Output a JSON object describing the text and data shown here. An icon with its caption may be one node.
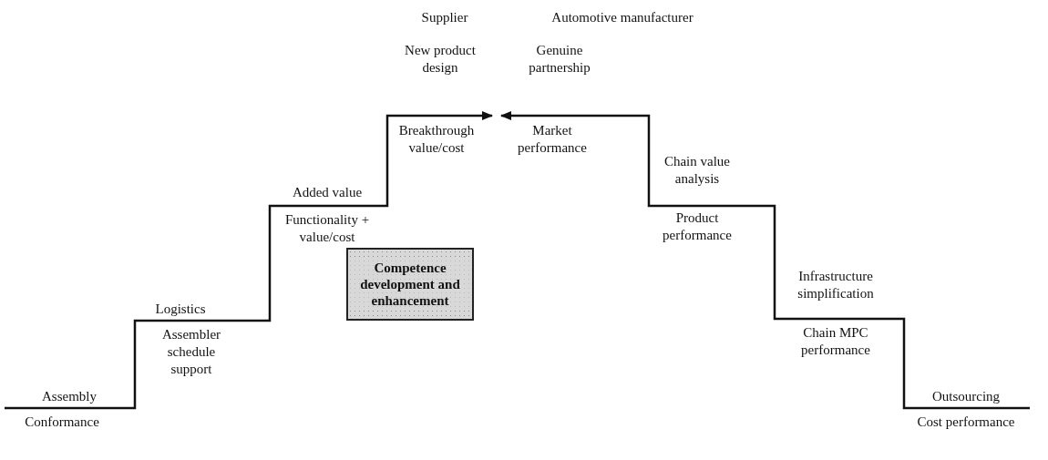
{
  "diagram": {
    "nodes": [
      {
        "text": [
          "Competence development and enhancement"
        ]
      }
    ],
    "edges": [],
    "labels": [
      "Supplier",
      "Automotive manufacturer",
      "New product design",
      "Genuine partnership",
      "Breakthrough value/cost",
      "Market performance",
      "Added value",
      "Functionality + value/cost",
      "Chain value analysis",
      "Product performance",
      "Logistics",
      "Assembler schedule support",
      "Infrastructure simplification",
      "Chain MPC performance",
      "Assembly",
      "Conformance",
      "Outsourcing",
      "Cost performance"
    ]
  }
}
